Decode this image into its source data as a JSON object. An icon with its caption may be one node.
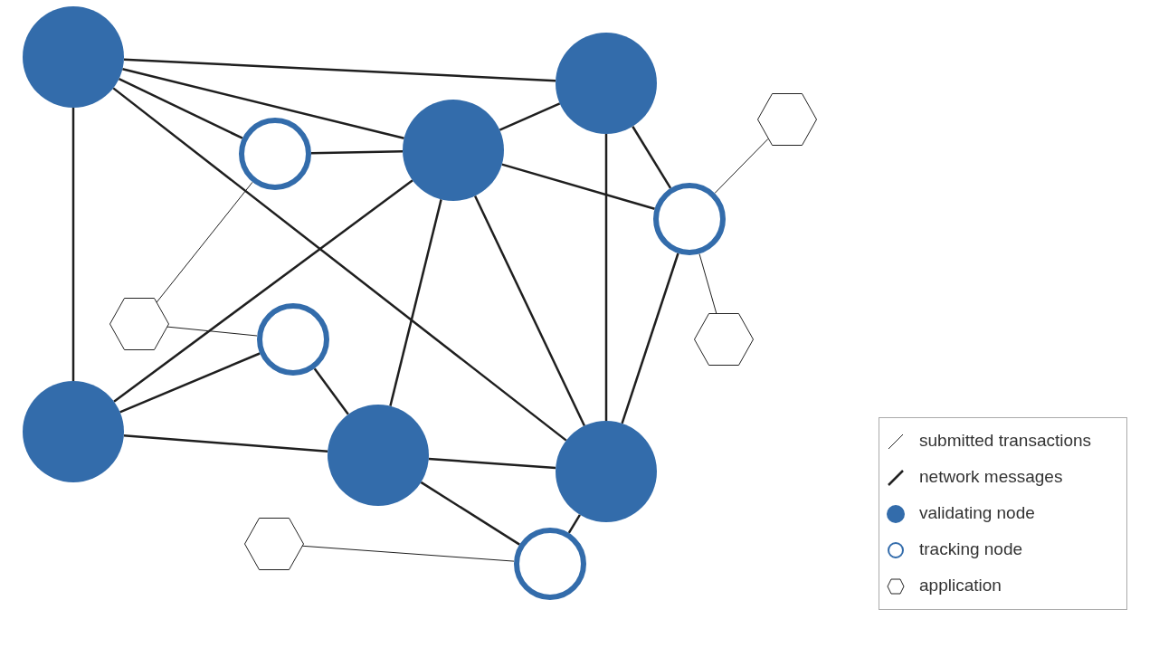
{
  "diagram": {
    "nodes": [
      {
        "text": [],
        "shape": "disc"
      },
      {
        "text": [],
        "shape": "disc"
      },
      {
        "text": [],
        "shape": "hexagon"
      },
      {
        "text": [],
        "shape": "disc"
      },
      {
        "text": [],
        "shape": "ring"
      },
      {
        "text": [],
        "shape": "ring"
      },
      {
        "text": [],
        "shape": "hexagon"
      },
      {
        "text": [],
        "shape": "ring"
      },
      {
        "text": [],
        "shape": "hexagon"
      },
      {
        "text": [],
        "shape": "disc"
      },
      {
        "text": [],
        "shape": "disc"
      },
      {
        "text": [],
        "shape": "disc"
      },
      {
        "text": [],
        "shape": "hexagon"
      },
      {
        "text": [],
        "shape": "ring"
      }
    ],
    "edges": [
      {
        "from": 0,
        "to": 1,
        "arrow": "none"
      },
      {
        "from": 0,
        "to": 3,
        "arrow": "none"
      },
      {
        "from": 0,
        "to": 4,
        "arrow": "none"
      },
      {
        "from": 0,
        "to": 11,
        "arrow": "none"
      },
      {
        "from": 0,
        "to": 9,
        "arrow": "none"
      },
      {
        "from": 3,
        "to": 1,
        "arrow": "none"
      },
      {
        "from": 3,
        "to": 4,
        "arrow": "none"
      },
      {
        "from": 3,
        "to": 5,
        "arrow": "none"
      },
      {
        "from": 3,
        "to": 9,
        "arrow": "none"
      },
      {
        "from": 3,
        "to": 10,
        "arrow": "none"
      },
      {
        "from": 3,
        "to": 11,
        "arrow": "none"
      },
      {
        "from": 1,
        "to": 11,
        "arrow": "none"
      },
      {
        "from": 1,
        "to": 5,
        "arrow": "none"
      },
      {
        "from": 5,
        "to": 11,
        "arrow": "none"
      },
      {
        "from": 7,
        "to": 9,
        "arrow": "none"
      },
      {
        "from": 7,
        "to": 10,
        "arrow": "none"
      },
      {
        "from": 9,
        "to": 10,
        "arrow": "none"
      },
      {
        "from": 10,
        "to": 11,
        "arrow": "none"
      },
      {
        "from": 10,
        "to": 13,
        "arrow": "none"
      },
      {
        "from": 11,
        "to": 13,
        "arrow": "none"
      },
      {
        "from": 4,
        "to": 6,
        "arrow": "none"
      },
      {
        "from": 2,
        "to": 5,
        "arrow": "none"
      },
      {
        "from": 5,
        "to": 8,
        "arrow": "none"
      },
      {
        "from": 6,
        "to": 7,
        "arrow": "none"
      },
      {
        "from": 12,
        "to": 13,
        "arrow": "none"
      }
    ],
    "legend": [
      {
        "text": "submitted transactions"
      },
      {
        "text": "network messages"
      },
      {
        "text": "validating node",
        "color": "#336cab"
      },
      {
        "text": "tracking node"
      },
      {
        "text": "application"
      }
    ]
  }
}
